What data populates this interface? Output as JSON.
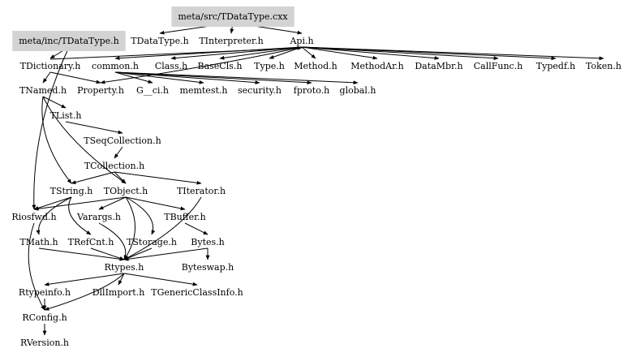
{
  "graph": {
    "nodes": [
      {
        "id": "cxx",
        "label": "meta/src/TDataType.cxx",
        "highlight": true
      },
      {
        "id": "inc",
        "label": "meta/inc/TDataType.h",
        "highlight": true
      },
      {
        "id": "tdt",
        "label": "TDataType.h"
      },
      {
        "id": "tint",
        "label": "TInterpreter.h"
      },
      {
        "id": "api",
        "label": "Api.h"
      },
      {
        "id": "tdict",
        "label": "TDictionary.h"
      },
      {
        "id": "common",
        "label": "common.h"
      },
      {
        "id": "class",
        "label": "Class.h"
      },
      {
        "id": "basecls",
        "label": "BaseCls.h"
      },
      {
        "id": "type",
        "label": "Type.h"
      },
      {
        "id": "method",
        "label": "Method.h"
      },
      {
        "id": "methodar",
        "label": "MethodAr.h"
      },
      {
        "id": "datambr",
        "label": "DataMbr.h"
      },
      {
        "id": "callfunc",
        "label": "CallFunc.h"
      },
      {
        "id": "typedf",
        "label": "Typedf.h"
      },
      {
        "id": "token",
        "label": "Token.h"
      },
      {
        "id": "tnamed",
        "label": "TNamed.h"
      },
      {
        "id": "property",
        "label": "Property.h"
      },
      {
        "id": "gci",
        "label": "G__ci.h"
      },
      {
        "id": "memtest",
        "label": "memtest.h"
      },
      {
        "id": "security",
        "label": "security.h"
      },
      {
        "id": "fproto",
        "label": "fproto.h"
      },
      {
        "id": "global",
        "label": "global.h"
      },
      {
        "id": "tlist",
        "label": "TList.h"
      },
      {
        "id": "tseq",
        "label": "TSeqCollection.h"
      },
      {
        "id": "tcoll",
        "label": "TCollection.h"
      },
      {
        "id": "tstring",
        "label": "TString.h"
      },
      {
        "id": "tobject",
        "label": "TObject.h"
      },
      {
        "id": "titer",
        "label": "TIterator.h"
      },
      {
        "id": "riosfwd",
        "label": "Riosfwd.h"
      },
      {
        "id": "varargs",
        "label": "Varargs.h"
      },
      {
        "id": "tbuffer",
        "label": "TBuffer.h"
      },
      {
        "id": "tmath",
        "label": "TMath.h"
      },
      {
        "id": "trefcnt",
        "label": "TRefCnt.h"
      },
      {
        "id": "tstorage",
        "label": "TStorage.h"
      },
      {
        "id": "bytes",
        "label": "Bytes.h"
      },
      {
        "id": "byteswap",
        "label": "Byteswap.h"
      },
      {
        "id": "rtypes",
        "label": "Rtypes.h"
      },
      {
        "id": "rtypeinfo",
        "label": "Rtypeinfo.h"
      },
      {
        "id": "dllimport",
        "label": "DllImport.h"
      },
      {
        "id": "tgci",
        "label": "TGenericClassInfo.h"
      },
      {
        "id": "rconfig",
        "label": "RConfig.h"
      },
      {
        "id": "rversion",
        "label": "RVersion.h"
      }
    ],
    "edges": [
      [
        "cxx",
        "tdt"
      ],
      [
        "cxx",
        "tint"
      ],
      [
        "cxx",
        "api"
      ],
      [
        "inc",
        "tdict"
      ],
      [
        "inc",
        "riosfwd"
      ],
      [
        "tdict",
        "tnamed"
      ],
      [
        "tdict",
        "property"
      ],
      [
        "tdict",
        "api"
      ],
      [
        "api",
        "common"
      ],
      [
        "api",
        "class"
      ],
      [
        "api",
        "basecls"
      ],
      [
        "api",
        "type"
      ],
      [
        "api",
        "method"
      ],
      [
        "api",
        "methodar"
      ],
      [
        "api",
        "datambr"
      ],
      [
        "api",
        "callfunc"
      ],
      [
        "api",
        "typedf"
      ],
      [
        "api",
        "token"
      ],
      [
        "api",
        "property"
      ],
      [
        "common",
        "gci"
      ],
      [
        "common",
        "memtest"
      ],
      [
        "common",
        "security"
      ],
      [
        "common",
        "fproto"
      ],
      [
        "common",
        "global"
      ],
      [
        "tnamed",
        "tlist"
      ],
      [
        "tnamed",
        "tstring"
      ],
      [
        "tnamed",
        "tobject"
      ],
      [
        "tlist",
        "tseq"
      ],
      [
        "tseq",
        "tcoll"
      ],
      [
        "tcoll",
        "tstring"
      ],
      [
        "tcoll",
        "tobject"
      ],
      [
        "tcoll",
        "titer"
      ],
      [
        "tobject",
        "riosfwd"
      ],
      [
        "tobject",
        "varargs"
      ],
      [
        "tobject",
        "tstorage"
      ],
      [
        "tobject",
        "tbuffer"
      ],
      [
        "tobject",
        "rtypes"
      ],
      [
        "tstring",
        "trefcnt"
      ],
      [
        "tstring",
        "riosfwd"
      ],
      [
        "tstring",
        "tmath"
      ],
      [
        "tbuffer",
        "bytes"
      ],
      [
        "bytes",
        "byteswap"
      ],
      [
        "tmath",
        "rtypes"
      ],
      [
        "trefcnt",
        "rtypes"
      ],
      [
        "tstorage",
        "rtypes"
      ],
      [
        "bytes",
        "rtypes"
      ],
      [
        "titer",
        "rtypes"
      ],
      [
        "varargs",
        "rtypes"
      ],
      [
        "riosfwd",
        "rconfig"
      ],
      [
        "rtypes",
        "rtypeinfo"
      ],
      [
        "rtypes",
        "dllimport"
      ],
      [
        "rtypes",
        "tgci"
      ],
      [
        "rtypes",
        "rconfig"
      ],
      [
        "rtypeinfo",
        "rconfig"
      ],
      [
        "rconfig",
        "rversion"
      ]
    ],
    "colors": {
      "highlight_fill": "#d3d3d3",
      "edge": "#000000"
    }
  }
}
